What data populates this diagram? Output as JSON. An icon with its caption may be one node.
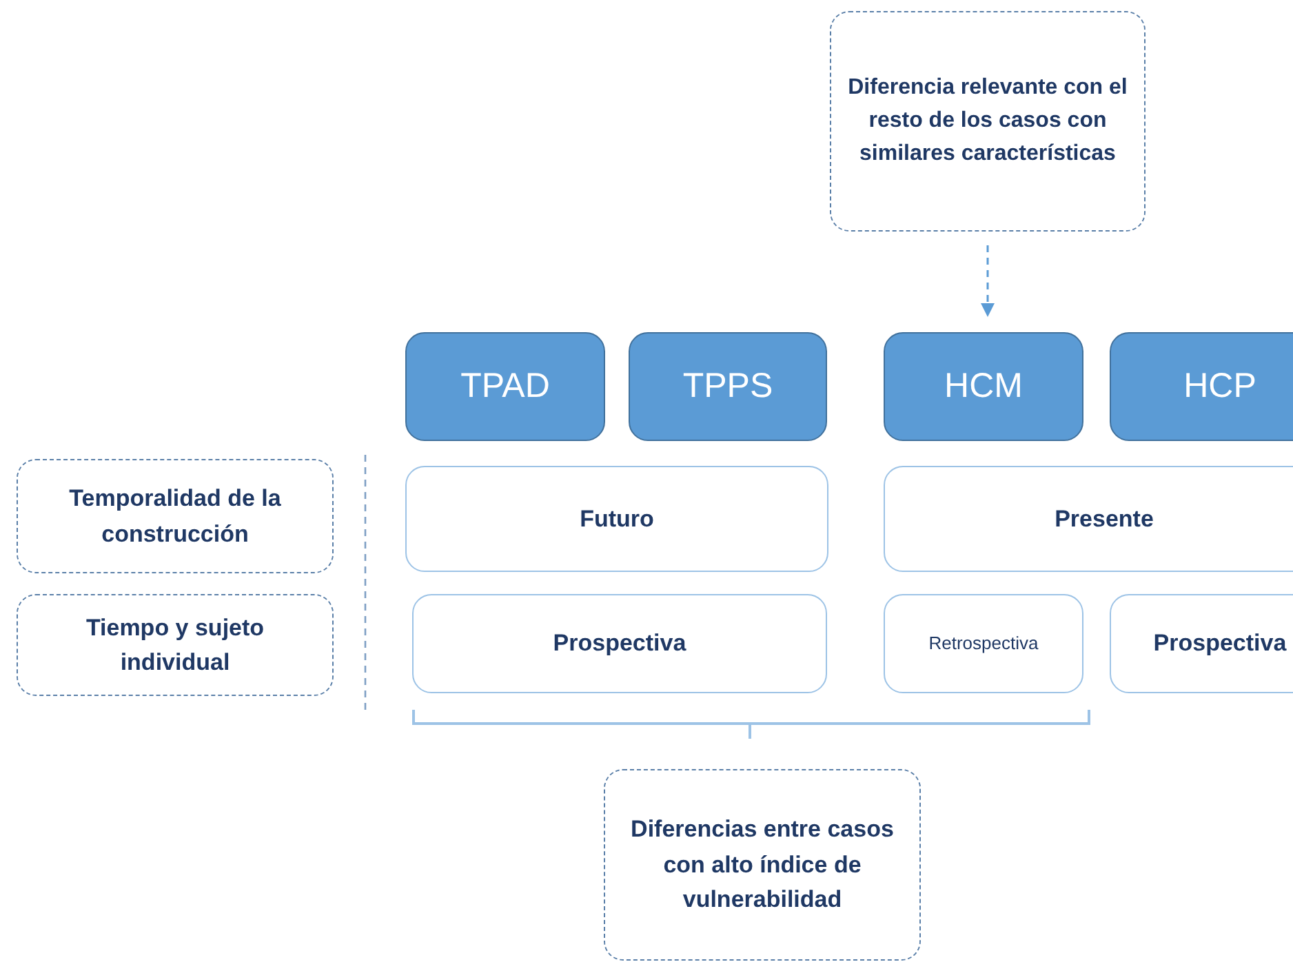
{
  "diagram": {
    "nodes": [
      {
        "text": [
          "Diferencia relevante con el resto de los casos con similares características"
        ]
      },
      {
        "text": [
          "TPAD"
        ]
      },
      {
        "text": [
          "TPPS"
        ]
      },
      {
        "text": [
          "HCM"
        ]
      },
      {
        "text": [
          "HCP"
        ]
      },
      {
        "text": [
          "Temporalidad de la construcción"
        ]
      },
      {
        "text": [
          "Tiempo y sujeto individual"
        ]
      },
      {
        "text": [
          "Futuro"
        ]
      },
      {
        "text": [
          "Presente"
        ]
      },
      {
        "text": [
          "Prospectiva"
        ]
      },
      {
        "text": [
          "Retrospectiva"
        ]
      },
      {
        "text": [
          "Prospectiva"
        ]
      },
      {
        "text": [
          "Diferencias entre casos con alto índice de vulnerabilidad"
        ]
      }
    ],
    "edges": [
      {
        "from": 0,
        "to": 3,
        "arrow": "to",
        "style": "dashed"
      }
    ]
  }
}
